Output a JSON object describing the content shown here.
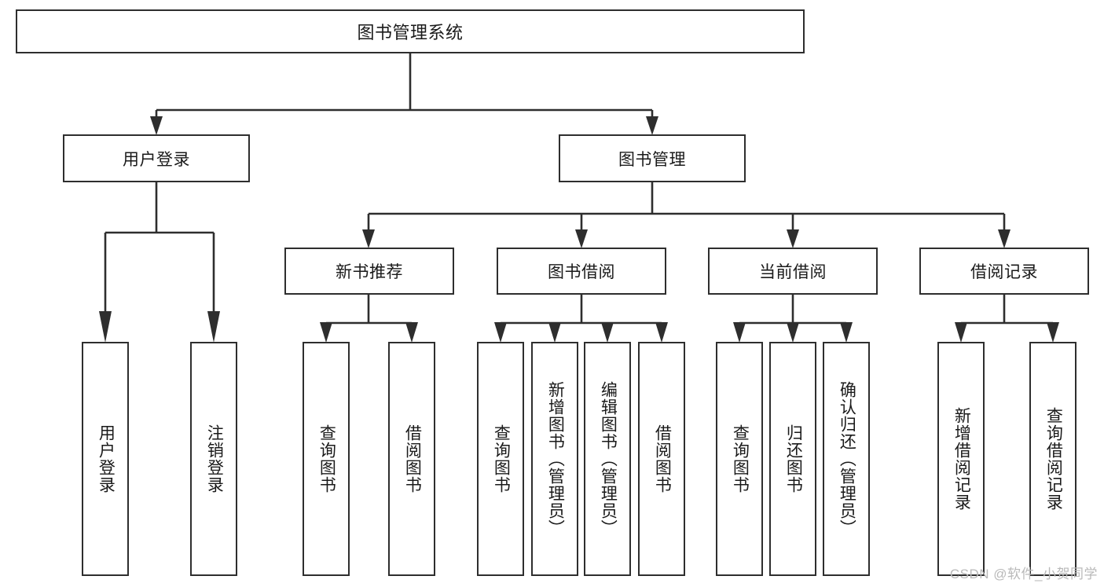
{
  "diagram": {
    "title": "图书管理系统",
    "type": "function-hierarchy-tree",
    "levels": 4,
    "root": {
      "id": "root",
      "label": "图书管理系统",
      "orientation": "horizontal"
    },
    "level2": [
      {
        "id": "user-login",
        "label": "用户登录",
        "orientation": "horizontal"
      },
      {
        "id": "book-manage",
        "label": "图书管理",
        "orientation": "horizontal"
      }
    ],
    "level3": [
      {
        "id": "new-book-recommend",
        "label": "新书推荐",
        "parent": "book-manage",
        "orientation": "horizontal"
      },
      {
        "id": "book-borrow",
        "label": "图书借阅",
        "parent": "book-manage",
        "orientation": "horizontal"
      },
      {
        "id": "current-borrow",
        "label": "当前借阅",
        "parent": "book-manage",
        "orientation": "horizontal"
      },
      {
        "id": "borrow-record",
        "label": "借阅记录",
        "parent": "book-manage",
        "orientation": "horizontal"
      }
    ],
    "leaves": [
      {
        "id": "leaf-user-login",
        "label": "用户登录",
        "parent": "user-login",
        "orientation": "vertical"
      },
      {
        "id": "leaf-logout-login",
        "label": "注销登录",
        "parent": "user-login",
        "orientation": "vertical"
      },
      {
        "id": "leaf-query-book-1",
        "label": "查询图书",
        "parent": "new-book-recommend",
        "orientation": "vertical"
      },
      {
        "id": "leaf-borrow-book-1",
        "label": "借阅图书",
        "parent": "new-book-recommend",
        "orientation": "vertical"
      },
      {
        "id": "leaf-query-book-2",
        "label": "查询图书",
        "parent": "book-borrow",
        "orientation": "vertical"
      },
      {
        "id": "leaf-add-book",
        "label": "新增图书（管理员）",
        "parent": "book-borrow",
        "orientation": "vertical"
      },
      {
        "id": "leaf-edit-book",
        "label": "编辑图书（管理员）",
        "parent": "book-borrow",
        "orientation": "vertical"
      },
      {
        "id": "leaf-borrow-book-2",
        "label": "借阅图书",
        "parent": "book-borrow",
        "orientation": "vertical"
      },
      {
        "id": "leaf-query-book-3",
        "label": "查询图书",
        "parent": "current-borrow",
        "orientation": "vertical"
      },
      {
        "id": "leaf-return-book",
        "label": "归还图书",
        "parent": "current-borrow",
        "orientation": "vertical"
      },
      {
        "id": "leaf-confirm-return",
        "label": "确认归还（管理员）",
        "parent": "current-borrow",
        "orientation": "vertical"
      },
      {
        "id": "leaf-add-record",
        "label": "新增借阅记录",
        "parent": "borrow-record",
        "orientation": "vertical"
      },
      {
        "id": "leaf-query-record",
        "label": "查询借阅记录",
        "parent": "borrow-record",
        "orientation": "vertical"
      }
    ],
    "watermark": "CSDN @软件_小贺同学",
    "colors": {
      "stroke": "#2e2e2e",
      "box_fill": "#ffffff",
      "text": "#1a1a1a",
      "watermark": "#b9b9b9",
      "background": "#ffffff"
    }
  }
}
